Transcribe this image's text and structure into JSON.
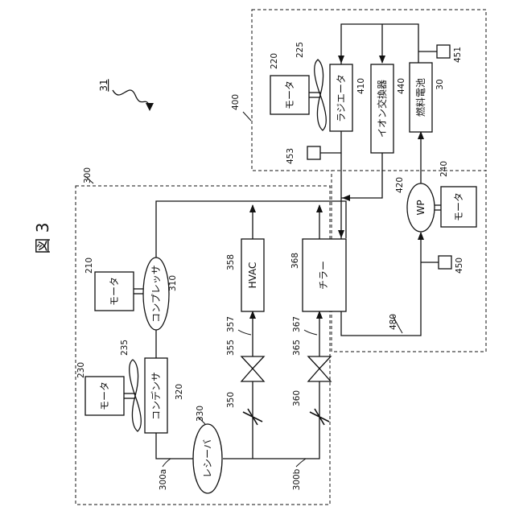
{
  "figure": {
    "title": "図 3",
    "system_ref": "31"
  },
  "regions": {
    "hv_loop": "300",
    "cell_loop": "400"
  },
  "components": {
    "motor_210": {
      "ref": "210",
      "label": "モータ"
    },
    "compressor": {
      "ref": "310",
      "label": "コンプレッサ"
    },
    "motor_230": {
      "ref": "230",
      "label": "モータ"
    },
    "fan_235": {
      "ref": "235"
    },
    "condenser": {
      "ref": "320",
      "label": "コンデンサ"
    },
    "receiver": {
      "ref": "330",
      "label": "レシーバ"
    },
    "expansion_350": {
      "ref": "350"
    },
    "valve_355": {
      "ref": "355"
    },
    "pipe_357": {
      "ref": "357"
    },
    "hvac": {
      "ref": "358",
      "label": "HVAC"
    },
    "expansion_360": {
      "ref": "360"
    },
    "valve_365": {
      "ref": "365"
    },
    "pipe_367": {
      "ref": "367"
    },
    "chiller": {
      "ref": "368",
      "label": "チラー"
    },
    "path_300a": {
      "ref": "300a"
    },
    "path_300b": {
      "ref": "300b"
    },
    "motor_220": {
      "ref": "220",
      "label": "モータ"
    },
    "fan_225": {
      "ref": "225"
    },
    "radiator": {
      "ref": "410",
      "label": "ラジエータ"
    },
    "ion_exchanger": {
      "ref": "440",
      "label": "イオン交換器"
    },
    "fuel_cell": {
      "ref": "30",
      "label": "燃料電池"
    },
    "sensor_451": {
      "ref": "451"
    },
    "sensor_453": {
      "ref": "453"
    },
    "water_pump": {
      "ref": "420",
      "label": "WP"
    },
    "motor_240": {
      "ref": "240",
      "label": "モータ"
    },
    "sensor_450": {
      "ref": "450"
    },
    "pipe_480": {
      "ref": "480"
    }
  }
}
